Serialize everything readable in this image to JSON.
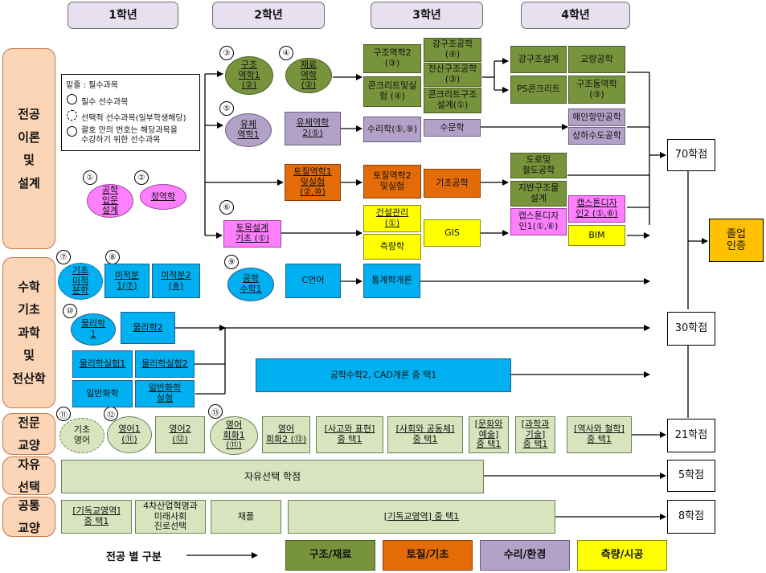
{
  "years": [
    "1학년",
    "2학년",
    "3학년",
    "4학년"
  ],
  "categories": {
    "major": "전공\n이론\n및\n설계",
    "math": "수학\n기초\n과학\n및\n전산학",
    "liberal": "전문\n교양",
    "free": "자유\n선택",
    "common": "공통\n교양"
  },
  "legend_box": {
    "title": "밑줄 : 필수과목",
    "req": "필수 선수과목",
    "opt": "선택적 선수과목(일부학생해당)",
    "note": "괄호 안의 번호는 해당과목을\n수강하기 위한 선수과목"
  },
  "circle_numbers": [
    "①",
    "②",
    "③",
    "④",
    "⑤",
    "⑥",
    "⑦",
    "⑧",
    "⑨",
    "⑩",
    "⑪",
    "⑫",
    "⑬"
  ],
  "courses": {
    "c1": "공학\n입문\n설계",
    "c2": "정역학",
    "c3": "구조\n역학1\n(②)",
    "c4": "재료\n역학\n(②)",
    "c5": "유체\n역학1",
    "c6": "토목설계\n기초 (①)",
    "s2": "유체역학\n2(⑤)",
    "s3": "토질역학1\n및실험\n(②,⑩)",
    "t1": "구조역학2\n(③)",
    "t2": "강구조공학\n(④)",
    "t3": "전산구조공학\n(③)",
    "t4": "콘크리트및실\n험 (④)",
    "t5": "콘크리트구조\n설계(①)",
    "t6": "수리학(⑤,⑨)",
    "t7": "수문학",
    "t8": "토질역학2\n및실험",
    "t9": "기초공학",
    "t10": "건설관리\n(①)",
    "t11": "측량학",
    "t12": "GIS",
    "f1": "강구조설계",
    "f2": "교량공학",
    "f3": "PS콘크리트",
    "f4": "구조동역학\n(③)",
    "f5": "해안항만공학",
    "f6": "상하수도공학",
    "f7": "도로및\n철도공학",
    "f8": "지반구조물\n설계",
    "f9": "캡스톤디자\n인1(①,⑥)",
    "f10": "캡스톤디자\n인2 (①,⑥)",
    "f11": "BIM",
    "m7": "기초\n미적\n분학",
    "m8": "미적분\n1(⑦)",
    "m8b": "미적분2\n(⑧)",
    "m9": "공학\n수학1",
    "m10": "C언어",
    "m11": "통계학개론",
    "p1": "물리학\n1",
    "p2": "물리학2",
    "p3": "물리학실험1",
    "p4": "물리학실험2",
    "p5": "일반화학",
    "p6": "일반화학\n실험",
    "p7": "공학수학2, CAD개론 중 택1",
    "e11": "기초\n영어",
    "e12": "영어1\n(⑪)",
    "e12b": "영어2\n(⑫)",
    "e13": "영어\n회화1\n(⑪)",
    "e13b": "영어\n회화2 (⑬)",
    "g1": "[사고와 표현]\n중 택1",
    "g2": "[사회와 공동체]\n중 택1",
    "g3": "[문화와\n예술]\n중 택1",
    "g4": "[과학과\n기술]\n중 택1",
    "g5": "[역사와 철학]\n중 택1",
    "free_elective": "자유선택 학점",
    "k1": "[기독교영역]\n중 택1",
    "k2": "4차산업혁명과\n미래사회\n진로선택",
    "k3": "채플",
    "k4": "[기독교영역] 중 택1"
  },
  "credits": {
    "major": "70학점",
    "math": "30학점",
    "liberal": "21학점",
    "free": "5학점",
    "common": "8학점",
    "graduation": "졸업\n인증"
  },
  "track_legend": {
    "label": "전공 별 구분",
    "items": [
      "구조/재료",
      "토질/기초",
      "수리/환경",
      "측량/시공"
    ]
  },
  "colors": {
    "structure": "#77933c",
    "geotech": "#e36c09",
    "hydraulic": "#b3a2c7",
    "survey": "#ffff00",
    "science": "#00b0f0",
    "liberal": "#d7e4bd",
    "capstone": "#ff80ff",
    "category": "#fbd5b5",
    "year_header": "#e6e0ef",
    "graduation": "#ffc000"
  }
}
